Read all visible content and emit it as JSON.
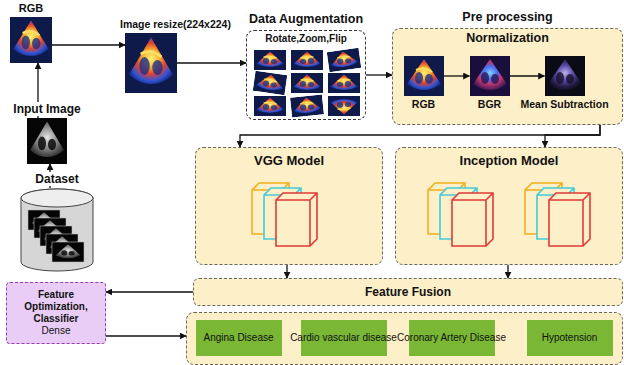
{
  "diagram": {
    "nodes": [
      {
        "text": [
          "RGB"
        ]
      },
      {
        "text": [
          "Image resize(224x224)"
        ]
      },
      {
        "text": [
          "Data Augmentation",
          "Rotate,Zoom,Flip"
        ]
      },
      {
        "text": [
          "Pre processing",
          "Normalization"
        ]
      },
      {
        "text": [
          "RGB"
        ],
        "in": 3
      },
      {
        "text": [
          "BGR"
        ],
        "in": 3
      },
      {
        "text": [
          "Mean Subtraction"
        ],
        "in": 3
      },
      {
        "text": [
          "Input Image"
        ]
      },
      {
        "text": [
          "VGG Model"
        ]
      },
      {
        "text": [
          "Inception Model"
        ]
      },
      {
        "text": [
          "Dataset"
        ]
      },
      {
        "text": [
          "Feature Fusion"
        ]
      },
      {
        "text": [
          "Feature Optimization, Classifier",
          "Dense"
        ]
      },
      {
        "text": []
      },
      {
        "text": [
          "Angina Disease"
        ],
        "in": 13
      },
      {
        "text": [
          "Cardio vascular disease"
        ],
        "in": 13
      },
      {
        "text": [
          "Coronary Artery Disease"
        ],
        "in": 13
      },
      {
        "text": [
          "Hypotension"
        ],
        "in": 13
      }
    ],
    "edges": [
      {
        "from": 10,
        "to": 7,
        "arrow": "to"
      },
      {
        "from": 7,
        "to": 0,
        "arrow": "to"
      },
      {
        "from": 0,
        "to": 1,
        "arrow": "to"
      },
      {
        "from": 1,
        "to": 2,
        "arrow": "to"
      },
      {
        "from": 2,
        "to": 3,
        "arrow": "to"
      },
      {
        "from": 4,
        "to": 5,
        "arrow": "to"
      },
      {
        "from": 5,
        "to": 6,
        "arrow": "to"
      },
      {
        "from": 3,
        "to": 8,
        "arrow": "to"
      },
      {
        "from": 3,
        "to": 9,
        "arrow": "to"
      },
      {
        "from": 8,
        "to": 11,
        "arrow": "to"
      },
      {
        "from": 9,
        "to": 11,
        "arrow": "to"
      },
      {
        "from": 11,
        "to": 12,
        "arrow": "to"
      },
      {
        "from": 12,
        "to": 13,
        "arrow": "to"
      }
    ]
  }
}
